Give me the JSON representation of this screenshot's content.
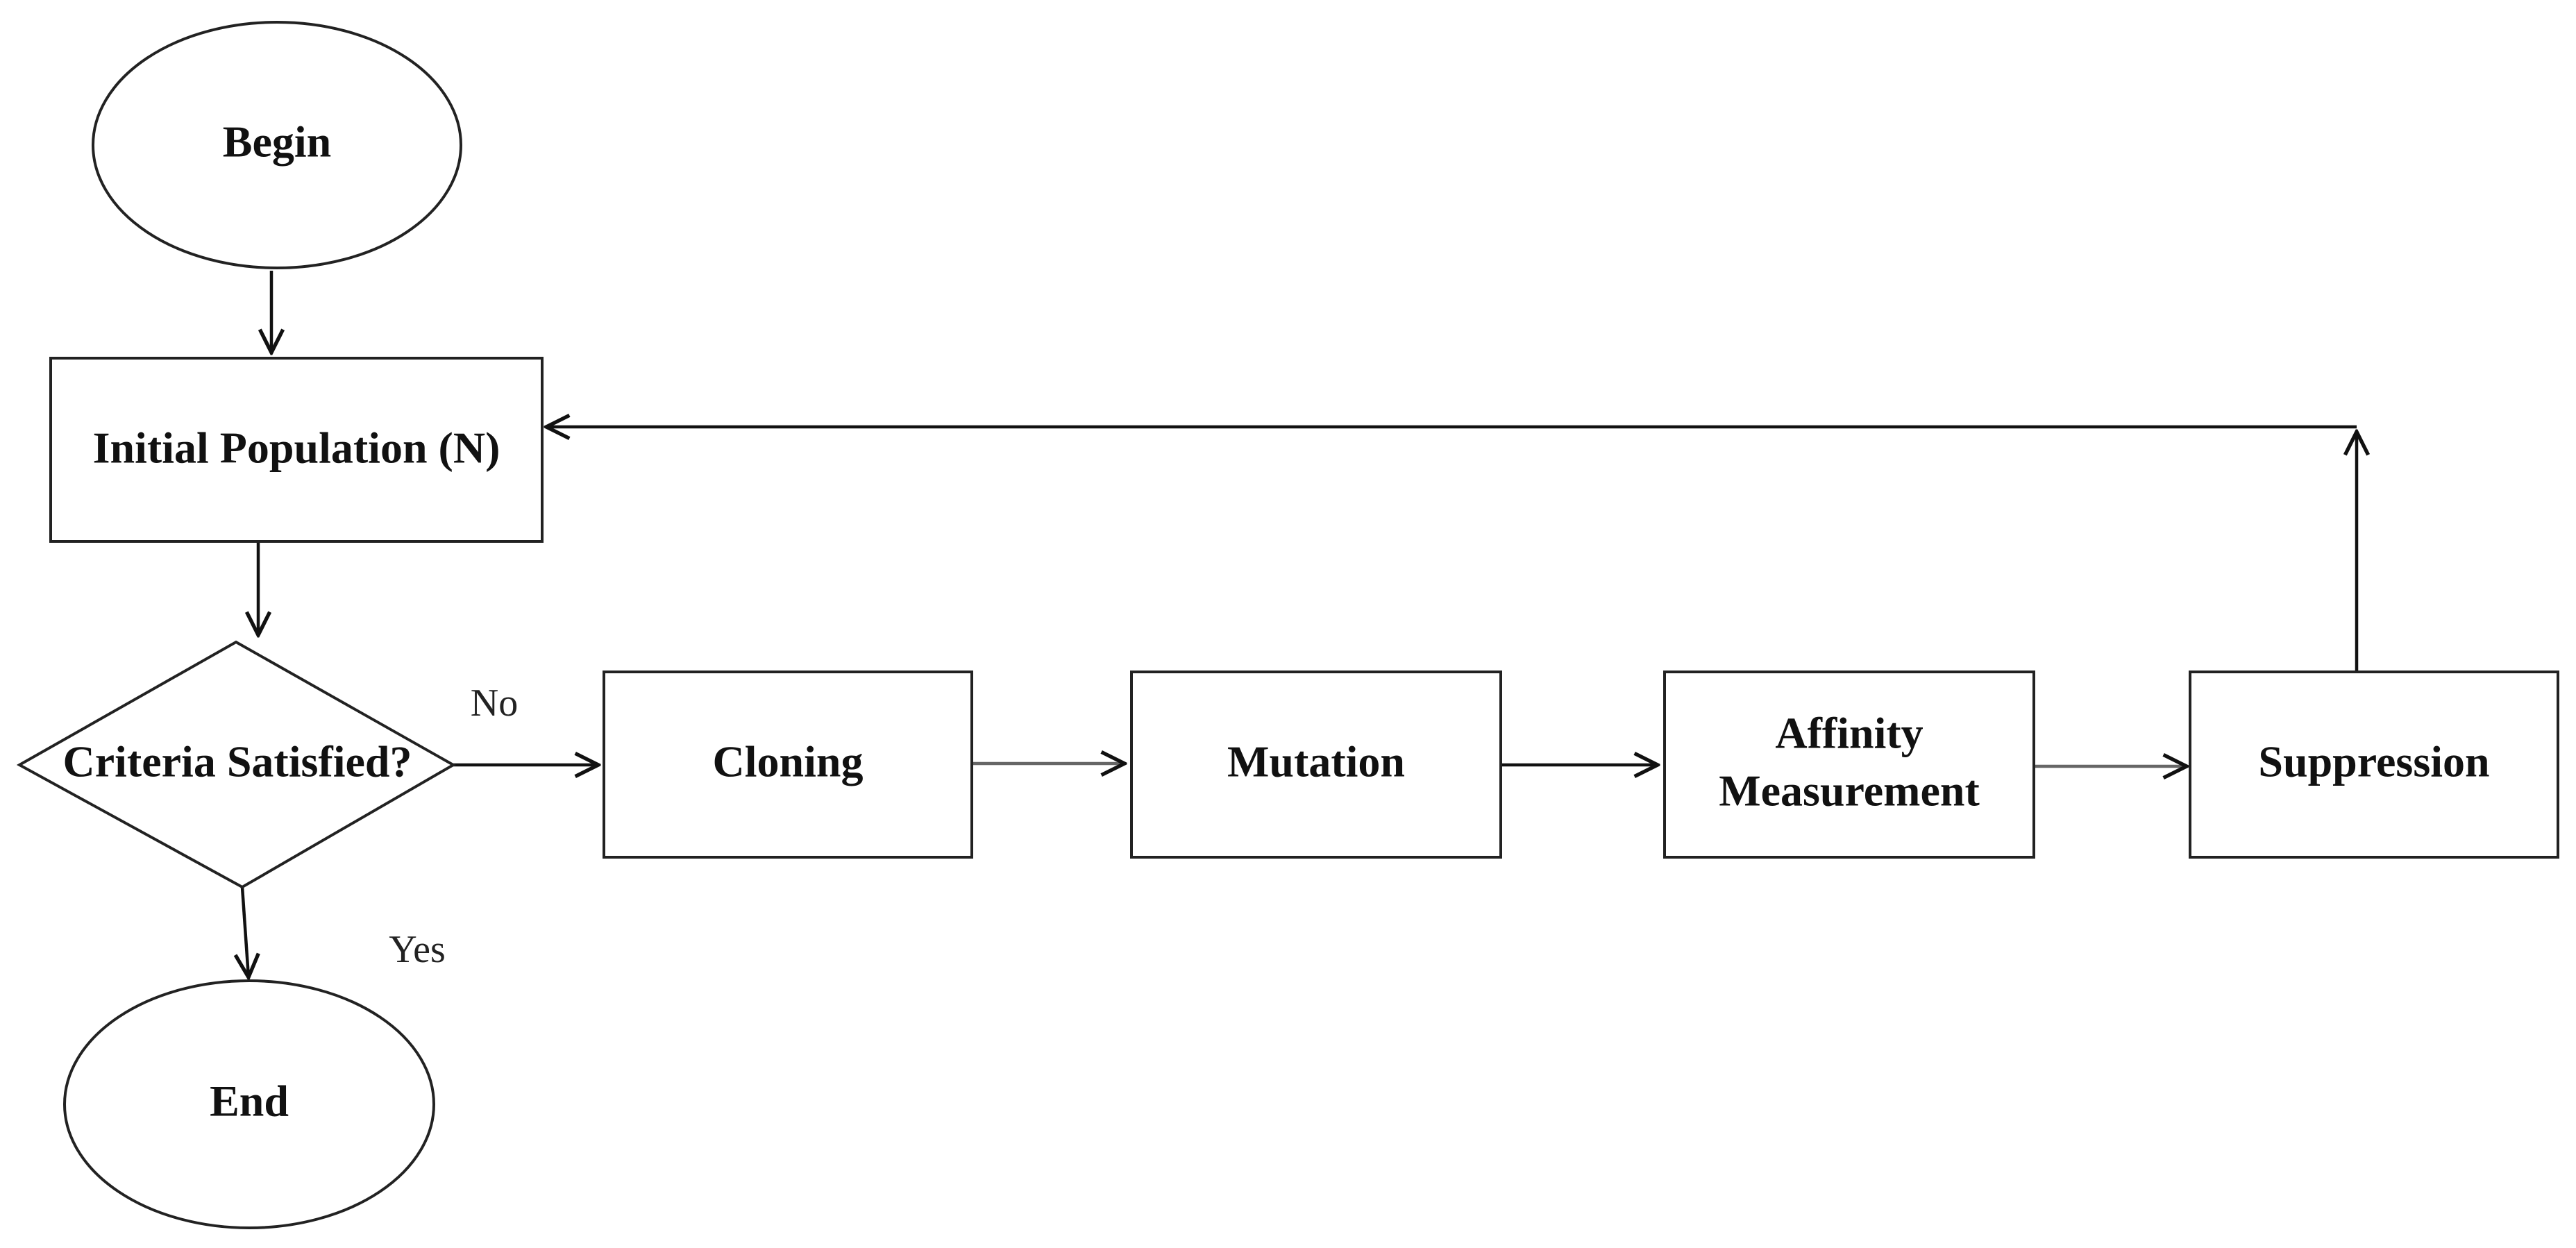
{
  "diagram": {
    "nodes": {
      "begin": {
        "shape": "ellipse",
        "label": "Begin"
      },
      "initial_population": {
        "shape": "rectangle",
        "label": "Initial Population (N)"
      },
      "criteria": {
        "shape": "diamond",
        "label": "Criteria Satisfied?"
      },
      "cloning": {
        "shape": "rectangle",
        "label": "Cloning"
      },
      "mutation": {
        "shape": "rectangle",
        "label": "Mutation"
      },
      "affinity": {
        "shape": "rectangle",
        "label_line1": "Affinity",
        "label_line2": "Measurement"
      },
      "suppression": {
        "shape": "rectangle",
        "label": "Suppression"
      },
      "end": {
        "shape": "ellipse",
        "label": "End"
      }
    },
    "edges": {
      "begin_to_initial": {
        "from": "Begin",
        "to": "Initial Population (N)"
      },
      "initial_to_criteria": {
        "from": "Initial Population (N)",
        "to": "Criteria Satisfied?"
      },
      "criteria_to_cloning": {
        "from": "Criteria Satisfied?",
        "to": "Cloning",
        "label": "No"
      },
      "criteria_to_end": {
        "from": "Criteria Satisfied?",
        "to": "End",
        "label": "Yes"
      },
      "cloning_to_mutation": {
        "from": "Cloning",
        "to": "Mutation"
      },
      "mutation_to_affinity": {
        "from": "Mutation",
        "to": "Affinity Measurement"
      },
      "affinity_to_suppression": {
        "from": "Affinity Measurement",
        "to": "Suppression"
      },
      "suppression_to_initial": {
        "from": "Suppression",
        "to": "Initial Population (N)"
      }
    }
  }
}
